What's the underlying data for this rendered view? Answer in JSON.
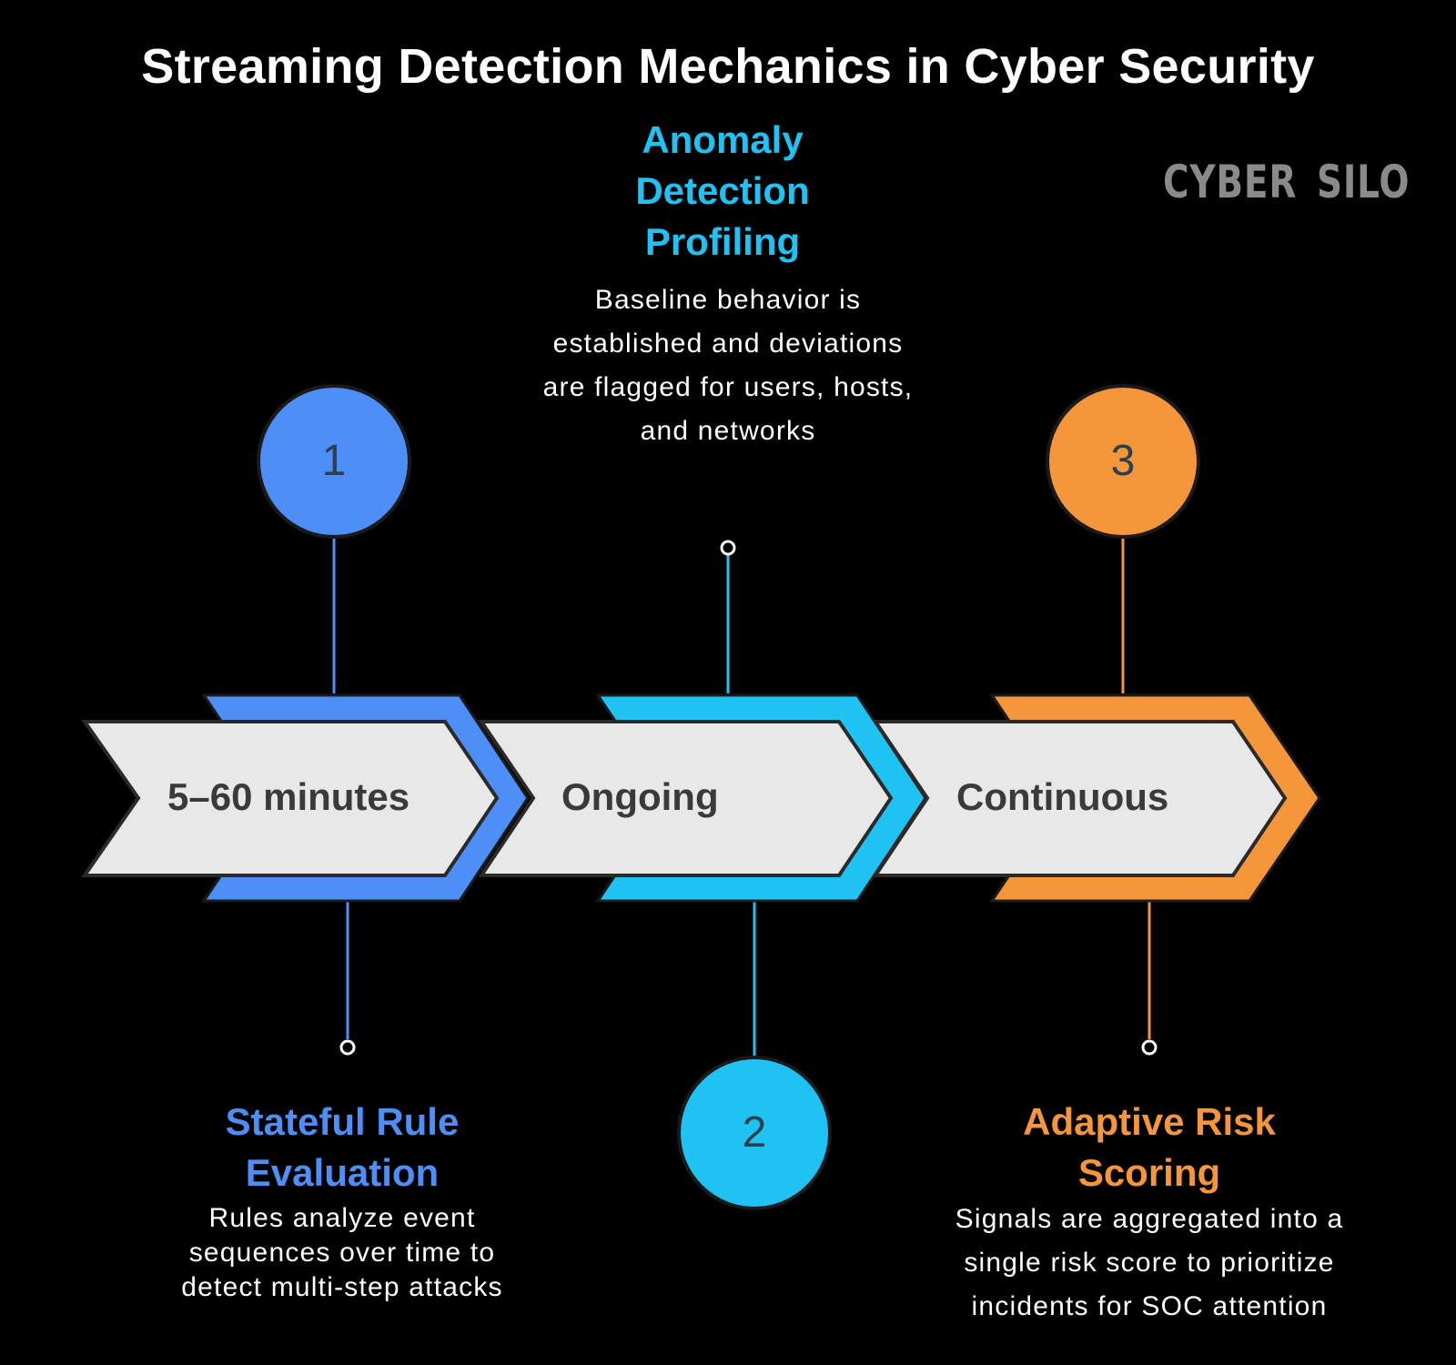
{
  "title": "Streaming Detection Mechanics in Cyber Security",
  "logo": {
    "left_word": "CYBER",
    "right_word": "SILO",
    "icon": "shield-check-icon",
    "color": "#8a8a8a"
  },
  "steps": [
    {
      "number": "1",
      "heading": "Stateful Rule Evaluation",
      "heading_lines": [
        "Stateful Rule",
        "Evaluation"
      ],
      "description_lines": [
        "Rules analyze event",
        "sequences over time to",
        "detect multi-step attacks"
      ],
      "arrow_label": "5–60 minutes",
      "color": "#4e8ef7"
    },
    {
      "number": "2",
      "heading": "Anomaly Detection Profiling",
      "heading_lines": [
        "Anomaly",
        "Detection",
        "Profiling"
      ],
      "description_lines": [
        "Baseline behavior is",
        "established and deviations",
        "are flagged for users, hosts,",
        "and networks"
      ],
      "arrow_label": "Ongoing",
      "color": "#1ec3f4"
    },
    {
      "number": "3",
      "heading": "Adaptive Risk Scoring",
      "heading_lines": [
        "Adaptive Risk",
        "Scoring"
      ],
      "description_lines": [
        "Signals are aggregated into a",
        "single risk score to prioritize",
        "incidents for SOC attention"
      ],
      "arrow_label": "Continuous",
      "color": "#f5963a"
    }
  ],
  "colors": {
    "background": "#000000",
    "arrow_fill": "#e8e8e8",
    "arrow_outline": "#2a2a2a",
    "arrow_text": "#3a3a3a"
  }
}
